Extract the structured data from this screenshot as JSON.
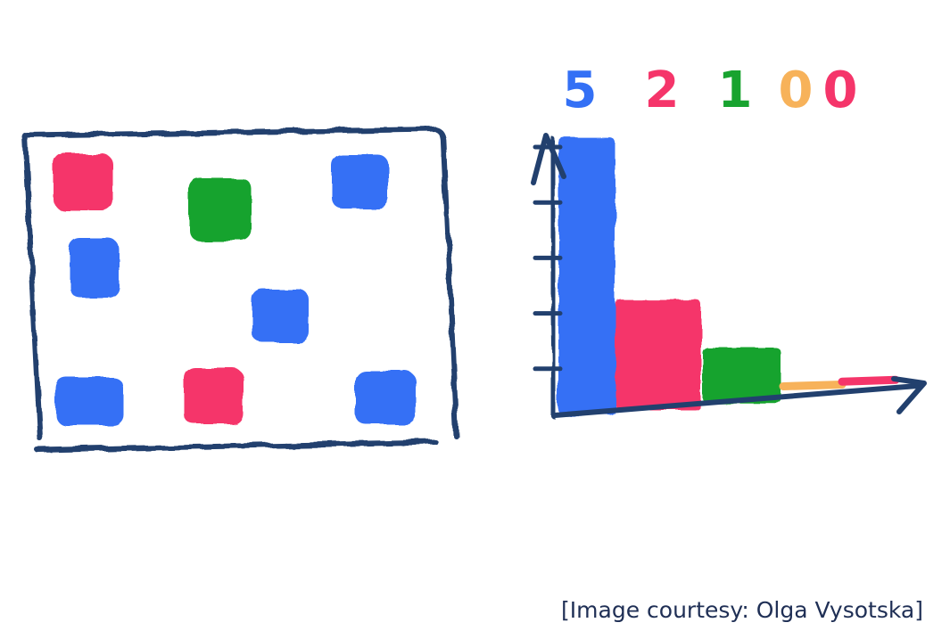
{
  "colors": {
    "frame": "#22406e",
    "blue": "#3470f5",
    "red": "#f5356a",
    "green": "#18a32f",
    "orange": "#f7b25a",
    "text": "#1f2f55"
  },
  "grid_squares": [
    {
      "color": "red"
    },
    {
      "color": "green"
    },
    {
      "color": "blue"
    },
    {
      "color": "blue"
    },
    {
      "color": "blue"
    },
    {
      "color": "blue"
    },
    {
      "color": "red"
    },
    {
      "color": "blue"
    }
  ],
  "chart_data": {
    "type": "bar",
    "labels": [
      "5",
      "2",
      "1",
      "0",
      "0"
    ],
    "values": [
      5,
      2,
      1,
      0,
      0
    ],
    "colors": [
      "blue",
      "red",
      "green",
      "orange",
      "red"
    ],
    "ylim": [
      0,
      5
    ],
    "y_ticks": 5
  },
  "caption": "[Image courtesy: Olga Vysotska]"
}
